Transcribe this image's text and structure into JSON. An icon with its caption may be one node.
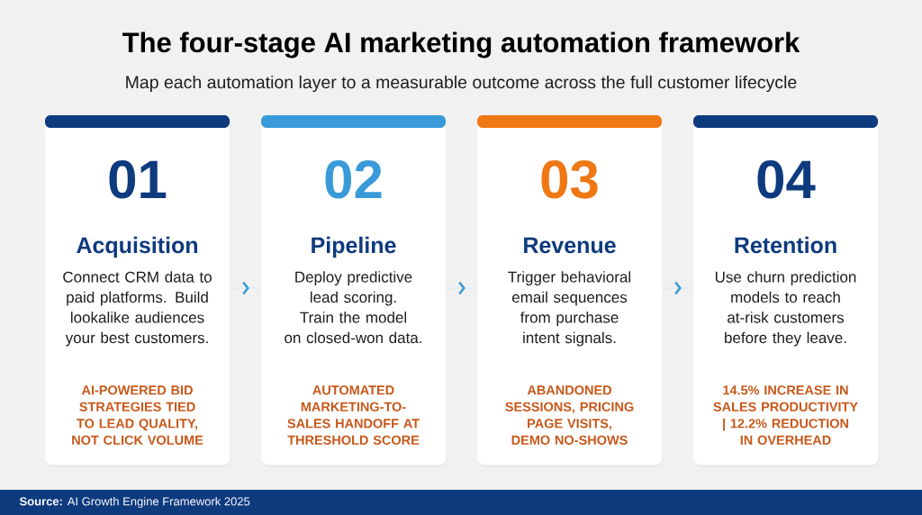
{
  "diagram": {
    "title": "The four-stage AI marketing automation framework",
    "nodes": [
      {
        "text": [
          "01",
          "Acquisition",
          "Connect CRM data to paid platforms. Build lookalike audiences your best customers.",
          "AI-POWERED BID STRATEGIES TIED TO LEAD QUALITY, NOT CLICK VOLUME"
        ]
      },
      {
        "text": [
          "02",
          "Pipeline",
          "Deploy predictive lead scoring. Train the model on closed-won data.",
          "AUTOMATED MARKETING-TO-SALES HANDOFF AT THRESHOLD SCORE"
        ]
      },
      {
        "text": [
          "03",
          "Revenue",
          "Trigger behavioral email sequences from purchase intent signals.",
          "ABANDONED SESSIONS, PRICING PAGE VISITS, DEMO NO-SHOWS"
        ]
      },
      {
        "text": [
          "04",
          "Retention",
          "Use churn prediction models to reach at-risk customers before they leave.",
          "14.5% INCREASE IN SALES PRODUCTIVITY | 12.2% REDUCTION IN OVERHEAD"
        ]
      }
    ],
    "edges": [
      {
        "from": 0,
        "to": 1,
        "arrow": "to"
      },
      {
        "from": 1,
        "to": 2,
        "arrow": "to"
      },
      {
        "from": 2,
        "to": 3,
        "arrow": "to"
      }
    ],
    "labels": [
      "Map each automation layer to a measurable outcome across the full customer lifecycle",
      "**Source:** AI Growth Engine Framework 2025"
    ]
  }
}
